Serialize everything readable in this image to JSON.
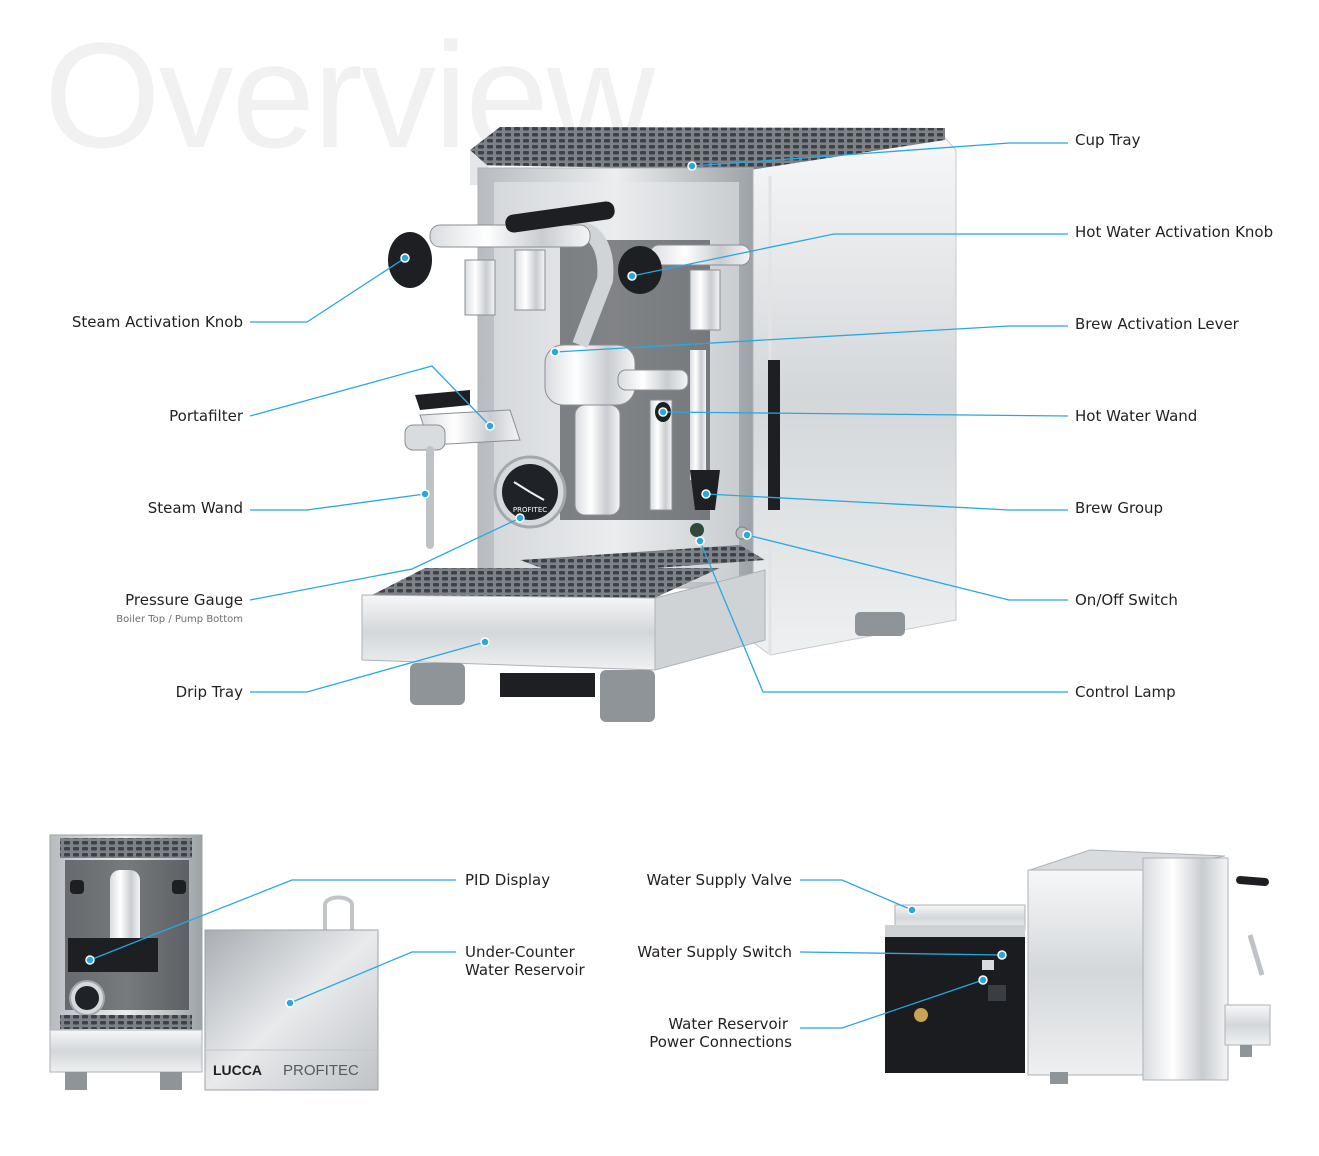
{
  "title": "Overview",
  "main_machine": {
    "labels_left": {
      "steam_knob": "Steam Activation Knob",
      "portafilter": "Portafilter",
      "steam_wand": "Steam Wand",
      "pressure_gauge": "Pressure Gauge",
      "pressure_gauge_sub": "Boiler Top / Pump Bottom",
      "drip_tray": "Drip Tray"
    },
    "labels_right": {
      "cup_tray": "Cup Tray",
      "hot_water_knob": "Hot Water Activation Knob",
      "brew_lever": "Brew Activation Lever",
      "hot_water_wand": "Hot Water Wand",
      "brew_group": "Brew Group",
      "on_off": "On/Off Switch",
      "control_lamp": "Control Lamp"
    },
    "gauge_brand": "PROFITEC"
  },
  "reservoir_view": {
    "pid_display": "PID Display",
    "reservoir_line1": "Under-Counter",
    "reservoir_line2": "Water Reservoir",
    "brand_left": "LUCCA",
    "brand_right": "PROFITEC"
  },
  "rear_view": {
    "supply_valve": "Water Supply Valve",
    "supply_switch": "Water Supply Switch",
    "power_line1": "Water Reservoir",
    "power_line2": "Power Connections"
  },
  "colors": {
    "callout": "#29a8e0",
    "title": "#f1f1f1",
    "text": "#231f20"
  }
}
